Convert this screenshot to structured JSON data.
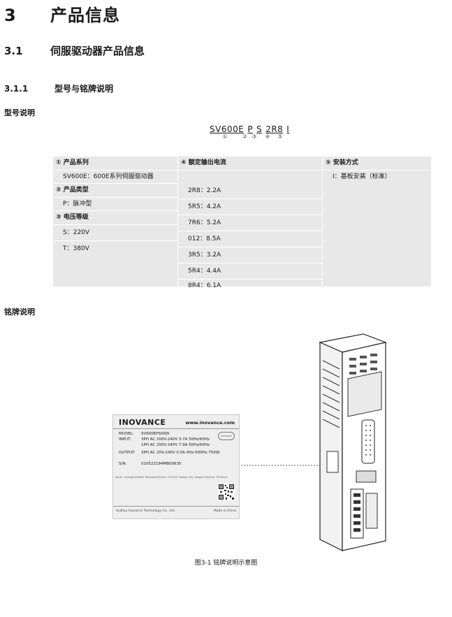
{
  "chapter": {
    "number": "3",
    "title": "产品信息"
  },
  "section": {
    "number": "3.1",
    "title": "伺服驱动器产品信息"
  },
  "subsection": {
    "number": "3.1.1",
    "title": "型号与铭牌说明"
  },
  "model_heading": "型号说明",
  "model_code": {
    "segments": [
      "SV600E",
      "P",
      "S",
      "2R8",
      "I"
    ],
    "markers": [
      "①",
      "②",
      "③",
      "④",
      "⑤"
    ]
  },
  "spec_table": {
    "col1": {
      "product_series_header": "① 产品系列",
      "product_series_item": "SV600E：600E系列伺服驱动器",
      "product_type_header": "② 产品类型",
      "product_type_item": "P：脉冲型",
      "voltage_header": "③ 电压等级",
      "voltage_items": [
        "S：220V",
        "T：380V"
      ]
    },
    "col2": {
      "header": "④ 额定输出电流",
      "items": [
        "2R8：2.2A",
        "5R5：4.2A",
        "7R6：5.2A",
        "012：8.5A",
        "3R5：3.2A",
        "5R4：4.4A",
        "8R4：6.1A"
      ]
    },
    "col3": {
      "header": "⑤ 安装方式",
      "item": "I：基板安装（标准）"
    }
  },
  "nameplate_heading": "铭牌说明",
  "nameplate": {
    "brand": "INOVANCE",
    "url": "www.inovance.com",
    "model_label": "MODEL:",
    "model_value": "SV600EPS5R5I",
    "input_label": "INPUT:",
    "input_line1": "3PH AC 200V-240V 3.7A 50Hz/60Hz",
    "input_line2": "1PH AC 200V-240V 7.9A 50Hz/60Hz",
    "output_label": "OUTPUT:",
    "output_value": "3PH AC 20V-240V 0.5A 0Hz-500Hz 750W",
    "sn_label": "S/N:",
    "sn_value": "010522184MB00635",
    "address": "No.52, Tianedang Road, Wuzhong District, 215104, Suzhou City, Jiangsu Province, P.R.China",
    "manufacturer": "Suzhou Inovance Technology Co., Ltd.",
    "made_in": "Made in China",
    "seal_text": "INOVANCE"
  },
  "figure_caption": "图3-1 铭牌说明示意图"
}
